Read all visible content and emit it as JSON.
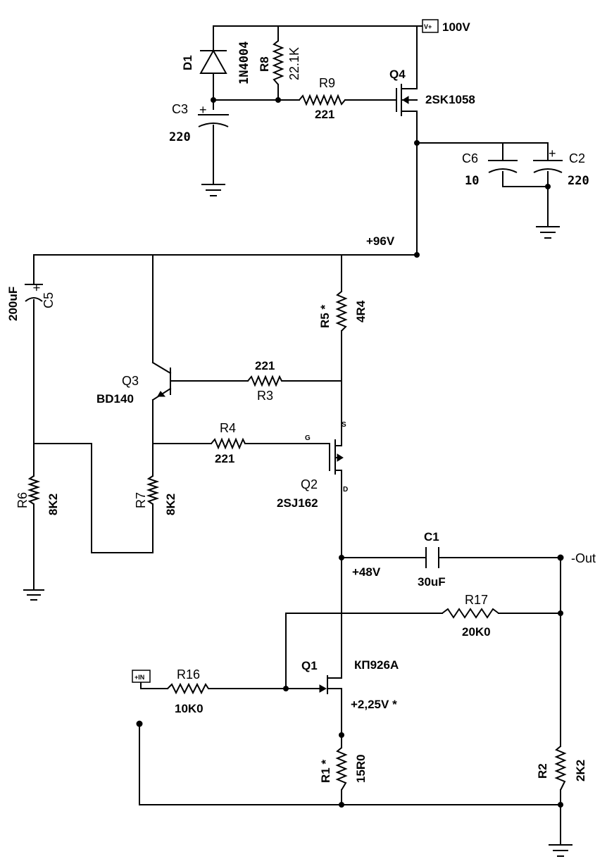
{
  "supply": {
    "vplus_tag": "V+",
    "voltage": "100V"
  },
  "in_tag": "+IN",
  "d1": {
    "ref": "D1",
    "value": "1N4004"
  },
  "r8": {
    "ref": "R8",
    "value": "22.1K"
  },
  "r9": {
    "ref": "R9",
    "value": "221"
  },
  "q4": {
    "ref": "Q4",
    "value": "2SK1058"
  },
  "c3": {
    "ref": "C3",
    "value": "220",
    "polarity": "+"
  },
  "c6": {
    "ref": "C6",
    "value": "10"
  },
  "c2": {
    "ref": "C2",
    "value": "220",
    "polarity": "+"
  },
  "rail_96": "+96V",
  "c5": {
    "ref": "C5",
    "value": "200uF",
    "polarity": "+"
  },
  "r5": {
    "ref": "R5 *",
    "value": "4R4"
  },
  "r3": {
    "ref": "R3",
    "value": "221"
  },
  "q3": {
    "ref": "Q3",
    "value": "BD140"
  },
  "r4": {
    "ref": "R4",
    "value": "221"
  },
  "q2": {
    "ref": "Q2",
    "value": "2SJ162",
    "gate": "G",
    "source": "S",
    "drain": "D"
  },
  "r6": {
    "ref": "R6",
    "value": "8K2"
  },
  "r7": {
    "ref": "R7",
    "value": "8K2"
  },
  "c1": {
    "ref": "C1",
    "value": "30uF"
  },
  "out_label": "-Out",
  "rail_48": "+48V",
  "r17": {
    "ref": "R17",
    "value": "20K0"
  },
  "q1": {
    "ref": "Q1",
    "value": "КП926А"
  },
  "r16": {
    "ref": "R16",
    "value": "10K0"
  },
  "bias_voltage": "+2,25V  *",
  "r1": {
    "ref": "R1 *",
    "value": "15R0"
  },
  "r2": {
    "ref": "R2",
    "value": "2K2"
  }
}
